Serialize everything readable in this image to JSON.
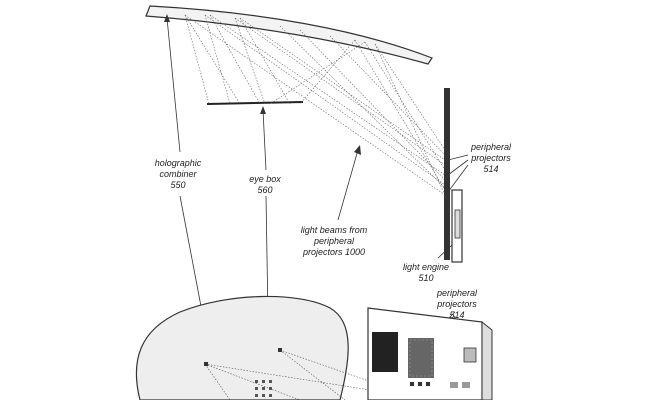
{
  "labels": {
    "holographic_combiner": "holographic\ncombiner\n550",
    "eye_box": "eye box\n560",
    "light_beams": "light beams from\nperipheral\nprojectors 1000",
    "peripheral_projectors_top": "peripheral\nprojectors\n514",
    "light_engine": "light engine\n510",
    "peripheral_projectors_bottom": "peripheral\nprojectors\n514"
  },
  "colors": {
    "line": "#333333",
    "beam": "#555555",
    "fill_light": "#f2f2f2",
    "fill_dark": "#222222"
  }
}
